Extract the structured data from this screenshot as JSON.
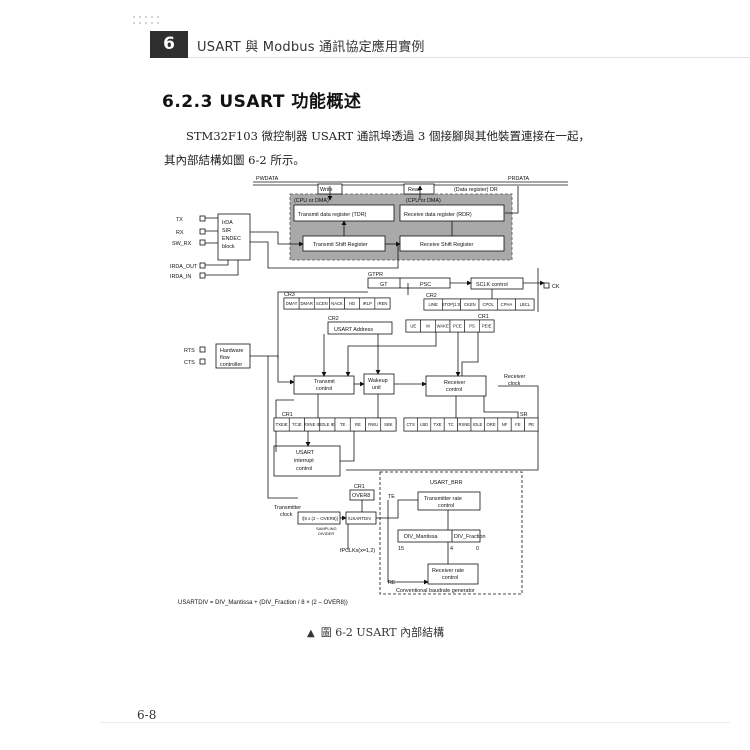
{
  "header": {
    "chapter_number": "6",
    "title": "USART 與 Modbus 通訊協定應用實例"
  },
  "section": {
    "title": "6.2.3 USART 功能概述"
  },
  "body": {
    "line1": "STM32F103 微控制器 USART 通訊埠透過 3 個接腳與其他裝置連接在一起，",
    "line2": "其內部結構如圖 6-2 所示。"
  },
  "diagram": {
    "pwdata": "PWDATA",
    "prdata": "PRDATA",
    "write": "Write",
    "read": "Read",
    "data_register_dr": "(Data register) DR",
    "cpu_dma_1": "(CPU or DMA)",
    "cpu_dma_2": "(CPU or DMA)",
    "tdr": "Transmit data register (TDR)",
    "rdr": "Receive data register (RDR)",
    "tx_shift": "Transmit Shift Register",
    "rx_shift": "Receive Shift Register",
    "pin_tx": "TX",
    "pin_rx": "RX",
    "pin_sw_rx": "SW_RX",
    "pin_irda_out": "IRDA_OUT",
    "pin_irda_in": "IRDA_IN",
    "pin_rts": "RTS",
    "pin_cts": "CTS",
    "pin_ck": "CK",
    "irda_lines": [
      "IrDA",
      "SIR",
      "ENDEC",
      "block"
    ],
    "gtpr": "GTPR",
    "gt": "GT",
    "psc": "PSC",
    "sclk_control": "SCLK control",
    "cr3": "CR3",
    "cr3_bits": [
      "DMAT",
      "DMAR",
      "SCEN",
      "NACK",
      "HD",
      "IRLP",
      "IREN"
    ],
    "cr2_top": "CR2",
    "cr2_bits": [
      "LINE",
      "STOP[1:0]",
      "CKEN",
      "CPOL",
      "CPHA",
      "LBCL"
    ],
    "cr2_mid": "CR2",
    "usart_address": "USART Address",
    "cr1_top": "CR1",
    "cr1_top_bits": [
      "UE",
      "M",
      "WAKE",
      "PCE",
      "PS",
      "PEIE"
    ],
    "hw_flow": [
      "Hardware",
      "flow",
      "controller"
    ],
    "transmit_control": [
      "Transmit",
      "control"
    ],
    "wakeup_unit": [
      "Wakeup",
      "unit"
    ],
    "receiver_control": [
      "Receiver",
      "control"
    ],
    "receiver_clock": [
      "Receiver",
      "clock"
    ],
    "cr1_bot": "CR1",
    "cr1_bot_bits": [
      "TXEIE",
      "TCIE",
      "RXNE IE",
      "IDLE IE",
      "TE",
      "RE",
      "RWU",
      "SBK"
    ],
    "sr": "SR",
    "sr_bits": [
      "CTS",
      "LBD",
      "TXE",
      "TC",
      "RXNE",
      "IDLE",
      "ORE",
      "NF",
      "FE",
      "PE"
    ],
    "usart_interrupt": [
      "USART",
      "interrupt",
      "control"
    ],
    "usart_brr": "USART_BRR",
    "cr1_over8": "CR1",
    "over8": "OVER8",
    "transmitter_clock": [
      "Transmitter",
      "clock"
    ],
    "te": "TE",
    "re": "RE",
    "tx_rate_control": [
      "Transmitter rate",
      "control"
    ],
    "rx_rate_control": [
      "Receiver rate",
      "control"
    ],
    "divider": "/[8 x (2 – OVER8)]",
    "sampling_divider": [
      "SAMPLING",
      "DIVIDER"
    ],
    "usartdiv": "/USARTDIV",
    "div_mantissa": "DIV_Mantissa",
    "div_fraction": "DIV_Fraction",
    "bit15": "15",
    "bit4": "4",
    "bit0": "0",
    "pclk": "fPCLKx(x=1,2)",
    "baud_gen": "Conventional baudrate generator",
    "formula": "USARTDIV = DIV_Mantissa + (DIV_Fraction / 8 × (2 – OVER8))"
  },
  "caption": {
    "marker": "▲",
    "text": "圖 6-2  USART 內部結構"
  },
  "footer": {
    "page_number": "6-8"
  }
}
